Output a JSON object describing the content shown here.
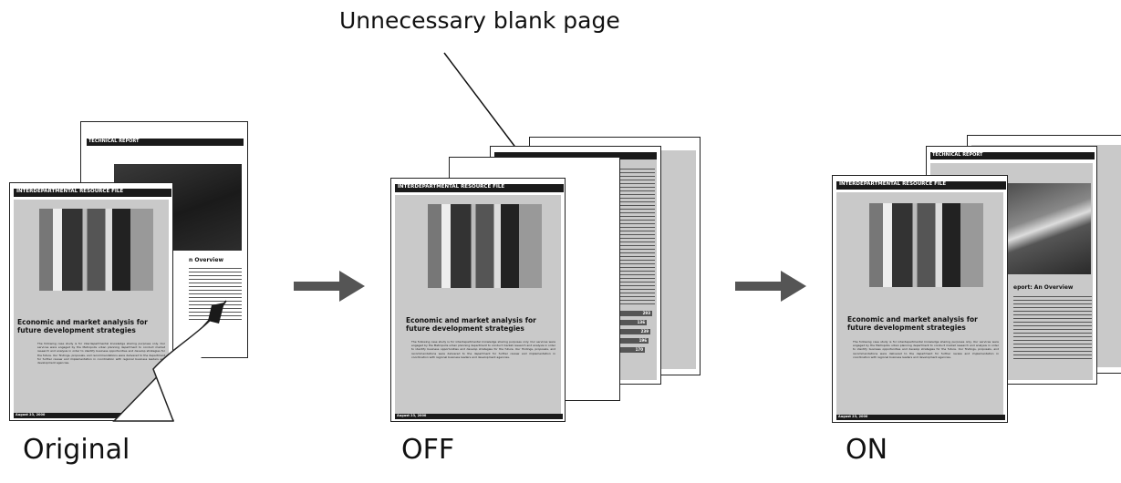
{
  "annotation": {
    "label": "Unnecessary blank page"
  },
  "captions": {
    "original": "Original",
    "off": "OFF",
    "on": "ON"
  },
  "document": {
    "front_title": "INTERDEPARTMENTAL RESOURCE FILE",
    "back_title": "TECHNICAL REPORT",
    "headline": "Economic and market analysis for future development strategies",
    "back_subhead": "n Overview",
    "back_subhead_on": "eport: An Overview",
    "date": "August 23, 2000",
    "body": "The following case study is for interdepartmental knowledge sharing purposes only. Our services were engaged by the Metropolis urban planning department to conduct market research and analysis in order to identify business opportunities and develop strategies for the future. Our findings, proposals, and recommendations were delivered to the department for further review and implementation in coordination with regional business leaders and development agencies."
  },
  "stats": [
    "293",
    "136",
    "239",
    "196",
    "170"
  ],
  "colors": {
    "arrow": "#555555",
    "ink": "#111111",
    "page_grey": "#c9c9c9"
  },
  "icons": [
    "arrow-right-icon",
    "arrow-right-icon"
  ]
}
